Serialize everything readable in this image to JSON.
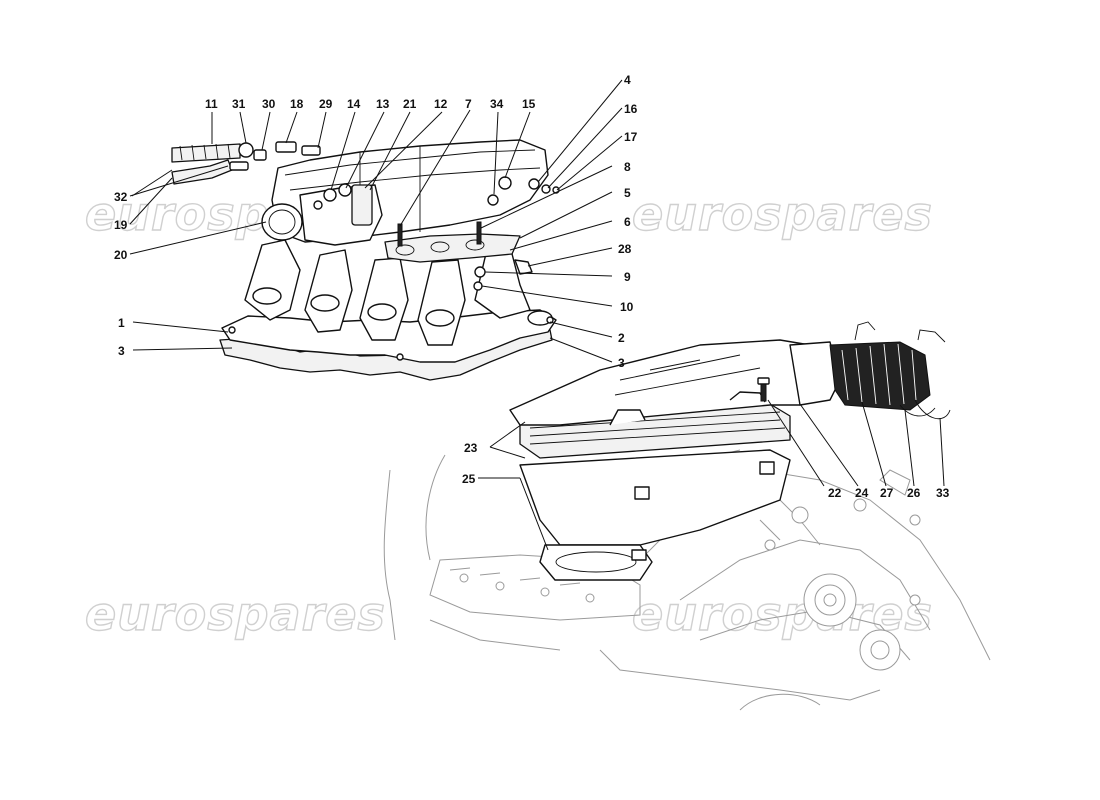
{
  "watermarks": [
    "eurospares",
    "eurospares",
    "eurospares",
    "eurospares"
  ],
  "callouts": {
    "c1": "1",
    "c2": "2",
    "c3a": "3",
    "c3b": "3",
    "c4": "4",
    "c5": "5",
    "c6": "6",
    "c7": "7",
    "c8": "8",
    "c9": "9",
    "c10": "10",
    "c11": "11",
    "c12": "12",
    "c13": "13",
    "c14": "14",
    "c15": "15",
    "c16": "16",
    "c17": "17",
    "c18": "18",
    "c19": "19",
    "c20": "20",
    "c21": "21",
    "c22": "22",
    "c23": "23",
    "c24": "24",
    "c25": "25",
    "c26": "26",
    "c27": "27",
    "c28": "28",
    "c29": "29",
    "c30": "30",
    "c31": "31",
    "c32": "32",
    "c33": "33",
    "c34": "34"
  }
}
